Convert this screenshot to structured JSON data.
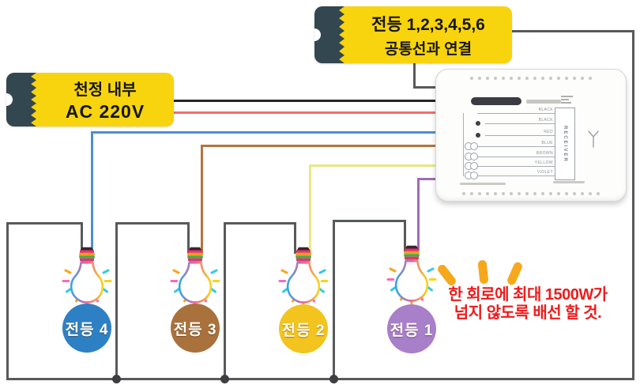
{
  "tags": {
    "common": {
      "line1": "전등 1,2,3,4,5,6",
      "line2": "공통선과 연결"
    },
    "power": {
      "line1": "천정 내부",
      "line2": "AC 220V"
    }
  },
  "device": {
    "receiver_label": "RECEIVER",
    "rows": [
      {
        "label": "BLACK"
      },
      {
        "label": "BLACK"
      },
      {
        "label": "RED"
      },
      {
        "label": "BLUE"
      },
      {
        "label": "BROWN"
      },
      {
        "label": "YELLOW"
      },
      {
        "label": "VIOLET"
      }
    ]
  },
  "lamps": [
    {
      "label": "전등 4",
      "color": "#2e80c4"
    },
    {
      "label": "전등 3",
      "color": "#a9713c"
    },
    {
      "label": "전등 2",
      "color": "#f2c41d"
    },
    {
      "label": "전등 1",
      "color": "#a87fc9"
    }
  ],
  "warning": {
    "line1": "한 회로에 최대 1500W가",
    "line2": "넘지 않도록 배선 할 것.",
    "color": "#ee1b1b"
  },
  "colors": {
    "tag_bg": "#f8d40e",
    "tag_end": "#334750",
    "wire_gray": "#58595b",
    "wire_black": "#262626",
    "wire_red": "#f26d6d",
    "wire_blue": "#4f8fd0",
    "wire_brown": "#b5743c",
    "wire_yellow": "#e9e784",
    "wire_violet": "#9e6cba",
    "ray_orange": "#f5a81c"
  }
}
